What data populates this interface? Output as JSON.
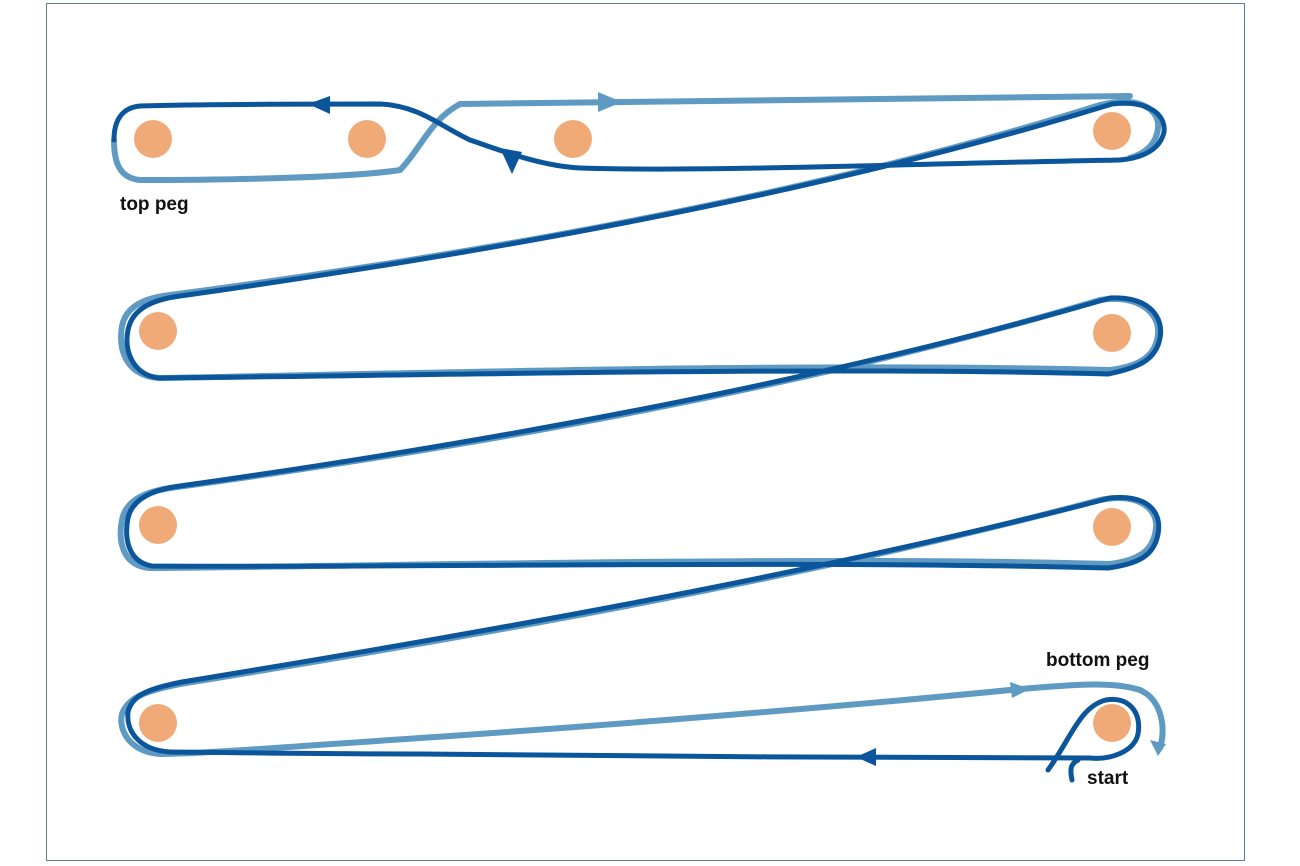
{
  "labels": {
    "top_peg": "top peg",
    "bottom_peg": "bottom peg",
    "start": "start"
  },
  "colors": {
    "peg": "#f0aa78",
    "strand_dark": "#0b559b",
    "strand_light": "#5f9ac3",
    "frame": "#5f7f8f",
    "text": "#111111"
  }
}
